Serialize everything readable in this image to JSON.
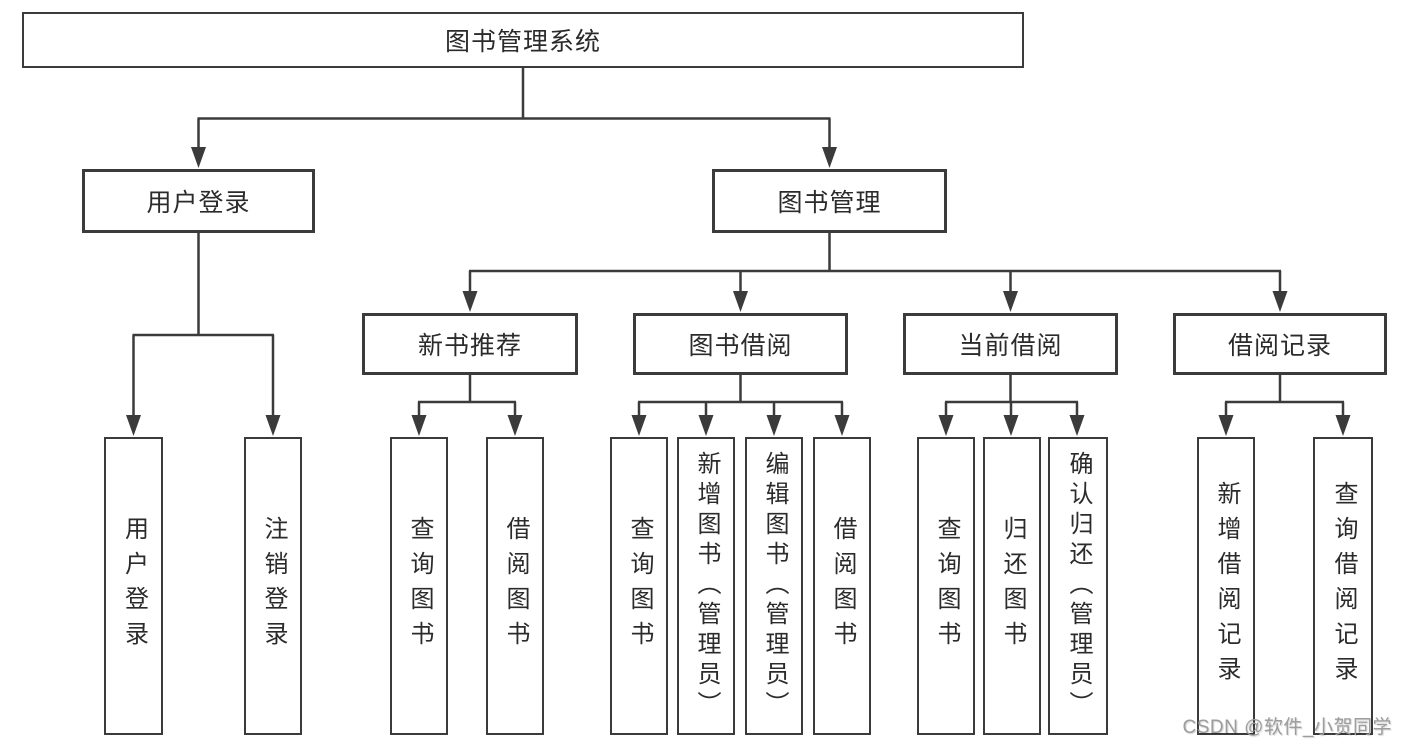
{
  "colors": {
    "line": "#3b3b3b",
    "text": "#2b2b2b",
    "background": "#ffffff",
    "watermark": "#9d9d9d"
  },
  "watermark": "CSDN @软件_小贺同学",
  "tree": {
    "root": {
      "label": "图书管理系统"
    },
    "branches": [
      {
        "label": "用户登录",
        "children": [
          {
            "label": "用户登录"
          },
          {
            "label": "注销登录"
          }
        ]
      },
      {
        "label": "图书管理",
        "children": [
          {
            "label": "新书推荐",
            "children": [
              {
                "label": "查询图书"
              },
              {
                "label": "借阅图书"
              }
            ]
          },
          {
            "label": "图书借阅",
            "children": [
              {
                "label": "查询图书"
              },
              {
                "label": "新增图书（管理员）"
              },
              {
                "label": "编辑图书（管理员）"
              },
              {
                "label": "借阅图书"
              }
            ]
          },
          {
            "label": "当前借阅",
            "children": [
              {
                "label": "查询图书"
              },
              {
                "label": "归还图书"
              },
              {
                "label": "确认归还（管理员）"
              }
            ]
          },
          {
            "label": "借阅记录",
            "children": [
              {
                "label": "新增借阅记录"
              },
              {
                "label": "查询借阅记录"
              }
            ]
          }
        ]
      }
    ]
  }
}
